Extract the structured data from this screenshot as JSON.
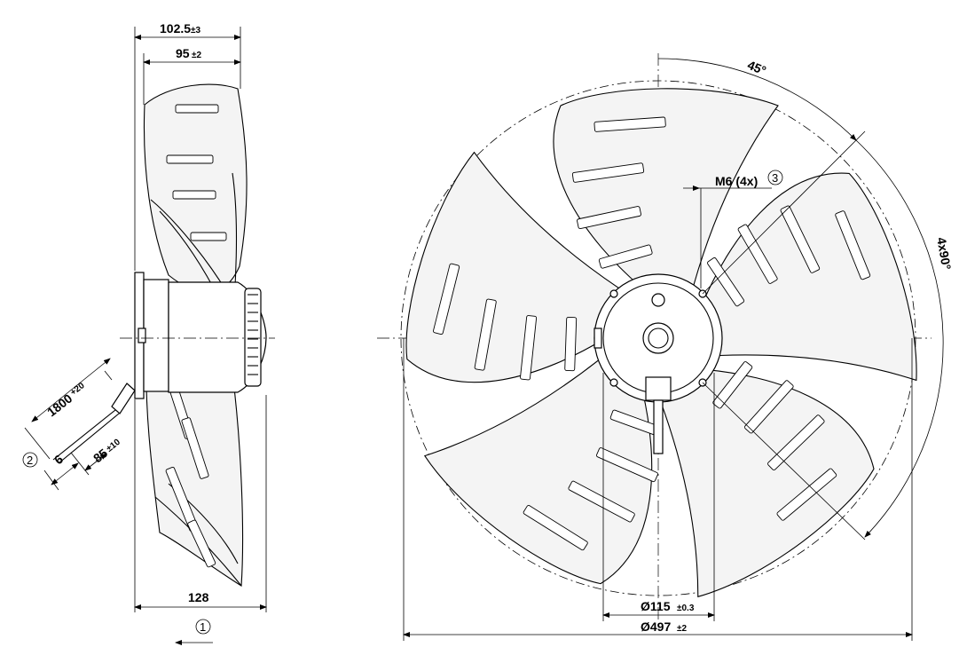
{
  "side_view": {
    "overall_depth": {
      "value": "102.5",
      "tol": "±3"
    },
    "blade_depth": {
      "value": "95",
      "tol": "±2"
    },
    "mount_depth": {
      "value": "128"
    },
    "cable_length": {
      "value": "1800",
      "tol": "+20"
    },
    "strip_length": {
      "value": "6"
    },
    "wire_length": {
      "value": "85",
      "tol": "±10"
    }
  },
  "front_view": {
    "angle_top": {
      "value": "45°"
    },
    "angle_pattern": {
      "value": "4x90°"
    },
    "thread": {
      "value": "M6 (4x)"
    },
    "hub_dia": {
      "value": "Ø115",
      "tol": "±0.3"
    },
    "fan_dia": {
      "value": "Ø497",
      "tol": "±2"
    }
  },
  "callouts": {
    "c1": "1",
    "c2": "2",
    "c3": "3"
  }
}
